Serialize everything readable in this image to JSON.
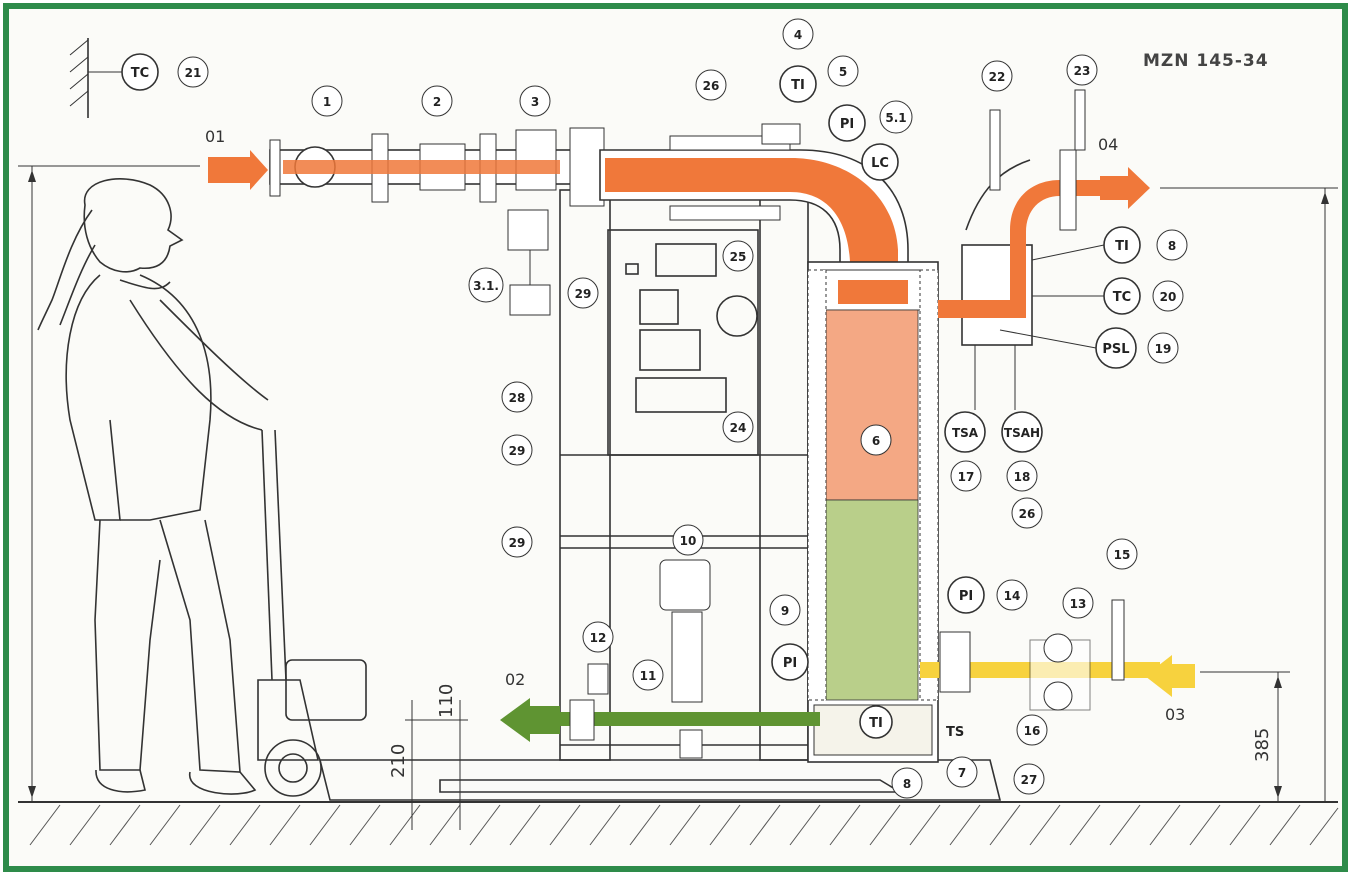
{
  "title": "MZN 145-34",
  "flows": {
    "f01": "01",
    "f02": "02",
    "f03": "03",
    "f04": "04"
  },
  "dimensions": {
    "d110": "110",
    "d210": "210",
    "d385": "385"
  },
  "instruments": {
    "tc_top": "TC",
    "ti_4": "TI",
    "pi_5": "PI",
    "lc": "LC",
    "ti_8": "TI",
    "tc_20": "TC",
    "psl_19": "PSL",
    "tsa": "TSA",
    "tsah": "TSAH",
    "pi_14": "PI",
    "pi_9": "PI",
    "ti_bottom": "TI",
    "ts": "TS"
  },
  "numbers": {
    "n1": "1",
    "n2": "2",
    "n3": "3",
    "n3_1": "3.1.",
    "n4": "4",
    "n5": "5",
    "n5_1": "5.1",
    "n6": "6",
    "n7": "7",
    "n8a": "8",
    "n8b": "8",
    "n9": "9",
    "n10": "10",
    "n11": "11",
    "n12": "12",
    "n13": "13",
    "n14": "14",
    "n15": "15",
    "n16": "16",
    "n17": "17",
    "n18": "18",
    "n19": "19",
    "n20": "20",
    "n21": "21",
    "n22": "22",
    "n23": "23",
    "n24": "24",
    "n25": "25",
    "n26a": "26",
    "n26b": "26",
    "n27": "27",
    "n28": "28",
    "n29a": "29",
    "n29b": "29",
    "n29c": "29"
  },
  "colors": {
    "border": "#2e8b4a",
    "hot_flow": "#f0783a",
    "cold_flow": "#5f9432",
    "feed_flow": "#f7d23e",
    "heater_upper": "#f4a884",
    "heater_lower": "#b9cf8a"
  }
}
